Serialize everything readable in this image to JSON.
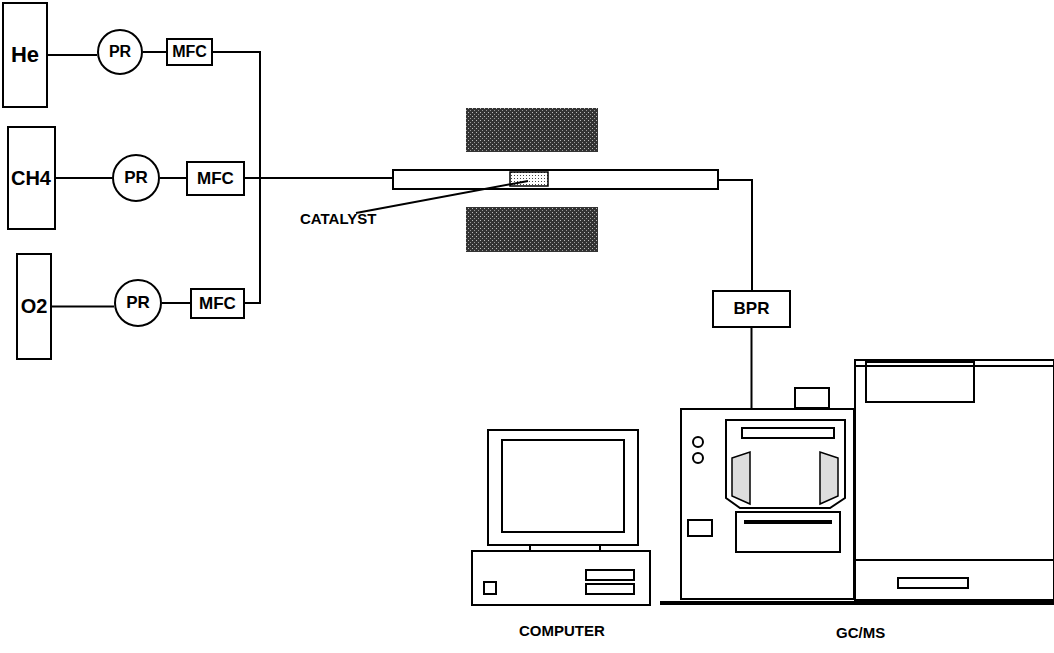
{
  "diagram": {
    "nodes": [
      {
        "text": [
          "He"
        ]
      },
      {
        "text": [
          "PR"
        ]
      },
      {
        "text": [
          "MFC"
        ]
      },
      {
        "text": [
          "CH4"
        ]
      },
      {
        "text": [
          "PR"
        ]
      },
      {
        "text": [
          "MFC"
        ]
      },
      {
        "text": [
          "O2"
        ]
      },
      {
        "text": [
          "PR"
        ]
      },
      {
        "text": [
          "MFC"
        ]
      },
      {
        "text": [
          "BPR"
        ]
      },
      {
        "text": [
          "GC/MS"
        ]
      }
    ],
    "edges": [
      {
        "from": 0,
        "to": 1,
        "arrow": "none"
      },
      {
        "from": 1,
        "to": 2,
        "arrow": "none"
      },
      {
        "from": 3,
        "to": 4,
        "arrow": "none"
      },
      {
        "from": 4,
        "to": 5,
        "arrow": "none"
      },
      {
        "from": 6,
        "to": 7,
        "arrow": "none"
      },
      {
        "from": 7,
        "to": 8,
        "arrow": "none"
      },
      {
        "from": 9,
        "to": 10,
        "arrow": "none"
      }
    ],
    "labels": [
      "CATALYST",
      "COMPUTER"
    ]
  }
}
